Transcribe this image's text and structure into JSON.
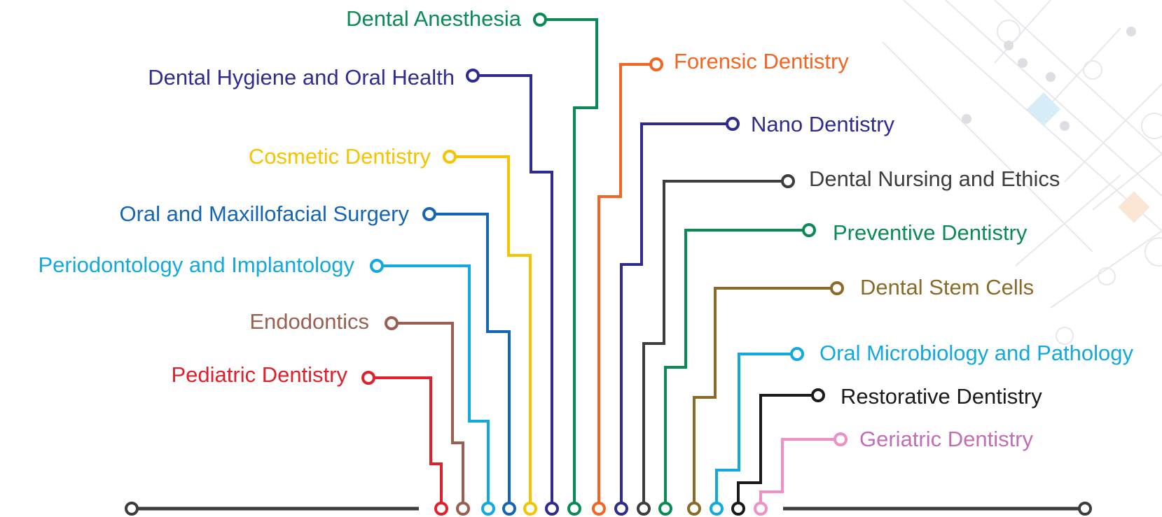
{
  "diagram": {
    "baseline_color": "#3d3d3d",
    "left_branches": [
      {
        "label": "Dental Anesthesia",
        "color": "#0a8a55"
      },
      {
        "label": "Dental Hygiene and Oral Health",
        "color": "#2e2d8f"
      },
      {
        "label": "Cosmetic Dentistry",
        "color": "#f5c400"
      },
      {
        "label": "Oral and Maxillofacial Surgery",
        "color": "#1565b5"
      },
      {
        "label": "Periodontology and Implantology",
        "color": "#12a8e0"
      },
      {
        "label": "Endodontics",
        "color": "#9a5f50"
      },
      {
        "label": "Pediatric Dentistry",
        "color": "#e0202a"
      }
    ],
    "right_branches": [
      {
        "label": "Forensic Dentistry",
        "color": "#f26522"
      },
      {
        "label": "Nano Dentistry",
        "color": "#2e2d8f"
      },
      {
        "label": "Dental Nursing and Ethics",
        "color": "#3d3d3d"
      },
      {
        "label": "Preventive Dentistry",
        "color": "#0a8a55"
      },
      {
        "label": "Dental Stem Cells",
        "color": "#8b6a28"
      },
      {
        "label": "Oral Microbiology and Pathology",
        "color": "#12a8e0"
      },
      {
        "label": "Restorative Dentistry",
        "color": "#1a1a1a"
      },
      {
        "label": "Geriatric Dentistry",
        "color": "#c06fb5",
        "line_color": "#ef8fc3"
      }
    ]
  }
}
